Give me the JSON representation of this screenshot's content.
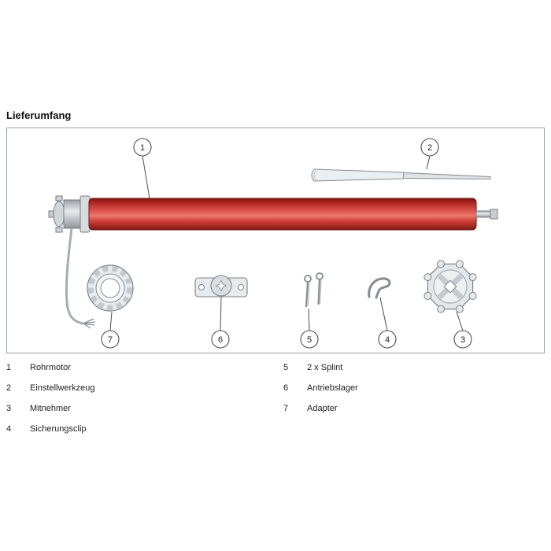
{
  "title": "Lieferumfang",
  "diagram": {
    "callouts": {
      "c1": "1",
      "c2": "2",
      "c3": "3",
      "c4": "4",
      "c5": "5",
      "c6": "6",
      "c7": "7"
    },
    "colors": {
      "tube_red": "#c9342c",
      "tube_outline": "#6e1511",
      "part_fill": "#e8ebee",
      "part_stroke": "#7d848a",
      "box_border": "#9aa0a6",
      "callout_line": "#4a4f54"
    }
  },
  "legend": {
    "left": [
      {
        "num": "1",
        "label": "Rohrmotor"
      },
      {
        "num": "2",
        "label": "Einstellwerkzeug"
      },
      {
        "num": "3",
        "label": "Mitnehmer"
      },
      {
        "num": "4",
        "label": "Sicherungsclip"
      }
    ],
    "right": [
      {
        "num": "5",
        "label": "2 x Splint"
      },
      {
        "num": "6",
        "label": "Antriebslager"
      },
      {
        "num": "7",
        "label": "Adapter"
      }
    ]
  }
}
